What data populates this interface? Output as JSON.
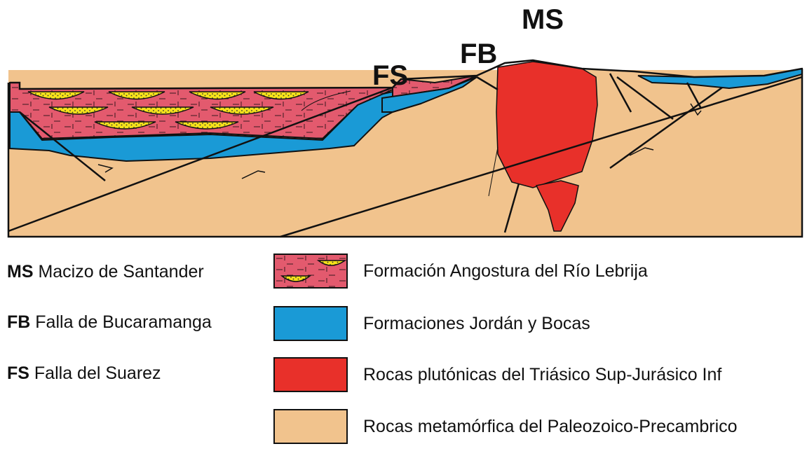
{
  "section_labels": {
    "ms": "MS",
    "fb": "FB",
    "fs": "FS"
  },
  "abbreviations": [
    {
      "code": "MS",
      "name": "Macizo de Santander"
    },
    {
      "code": "FB",
      "name": "Falla de Bucaramanga"
    },
    {
      "code": "FS",
      "name": "Falla del Suarez"
    }
  ],
  "legend": [
    {
      "label": "Formación Angostura del Río Lebrija",
      "pattern": "red-beds-with-sand-lenses",
      "color": "#e35a6e"
    },
    {
      "label": "Formaciones Jordán y Bocas",
      "color": "#1a9ad6"
    },
    {
      "label": "Rocas plutónicas del Triásico Sup-Jurásico Inf",
      "color": "#e8302a"
    },
    {
      "label": "Rocas metamórfica del Paleozoico-Precambrico",
      "color": "#f1c38d"
    }
  ],
  "colors": {
    "metamorphic": "#f1c38d",
    "jordan_bocas": "#1a9ad6",
    "angostura": "#e35a6e",
    "plutonic": "#e8302a",
    "sand_lens": "#f5e11a"
  }
}
